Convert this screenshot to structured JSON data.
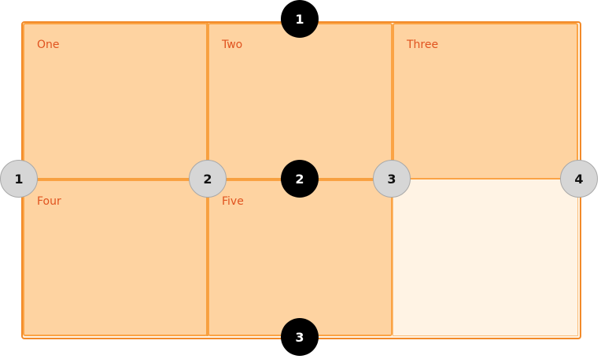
{
  "items": [
    {
      "label": "One"
    },
    {
      "label": "Two"
    },
    {
      "label": "Three"
    },
    {
      "label": "Four"
    },
    {
      "label": "Five"
    }
  ],
  "row_lines": [
    "1",
    "2",
    "3"
  ],
  "column_lines": [
    "1",
    "2",
    "3",
    "4"
  ],
  "colors": {
    "container_border": "#f28a29",
    "item_fill": "#fed3a1",
    "item_border": "#fba344",
    "empty_fill": "#fff3e4",
    "label_text": "#e0531f",
    "row_marker": "#000000",
    "column_marker": "#d6d6d6"
  }
}
